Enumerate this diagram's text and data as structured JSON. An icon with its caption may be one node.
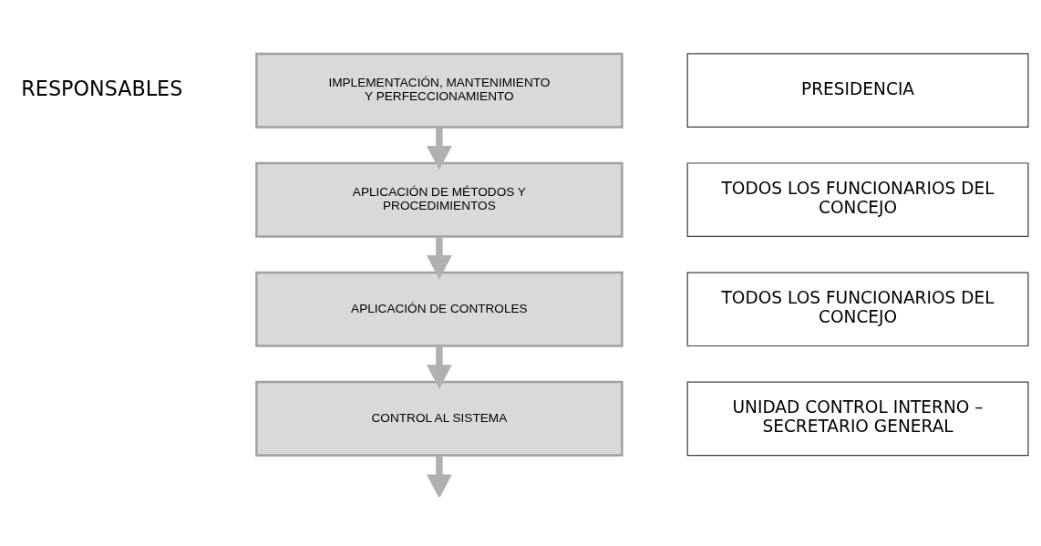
{
  "diagram": {
    "nodes": [
      {
        "text": [
          "IMPLEMENTACIÓN, MANTENIMIENTO Y PERFECCIONAMIENTO"
        ]
      },
      {
        "text": [
          "APLICACIÓN DE MÉTODOS Y PROCEDIMIENTOS"
        ]
      },
      {
        "text": [
          "APLICACIÓN DE CONTROLES"
        ]
      },
      {
        "text": [
          "CONTROL AL SISTEMA"
        ]
      },
      {
        "text": [
          "PRESIDENCIA"
        ]
      },
      {
        "text": [
          "TODOS LOS FUNCIONARIOS DEL CONCEJO"
        ]
      },
      {
        "text": [
          "TODOS LOS FUNCIONARIOS DEL CONCEJO"
        ]
      },
      {
        "text": [
          "UNIDAD CONTROL INTERNO – SECRETARIO GENERAL"
        ]
      }
    ],
    "edges": [
      {
        "from": 0,
        "to": 1,
        "arrow": "to"
      },
      {
        "from": 1,
        "to": 2,
        "arrow": "to"
      },
      {
        "from": 2,
        "to": 3,
        "arrow": "to"
      },
      {
        "from": 3,
        "to": null,
        "arrow": "to"
      }
    ],
    "labels": [
      "RESPONSABLES"
    ]
  }
}
